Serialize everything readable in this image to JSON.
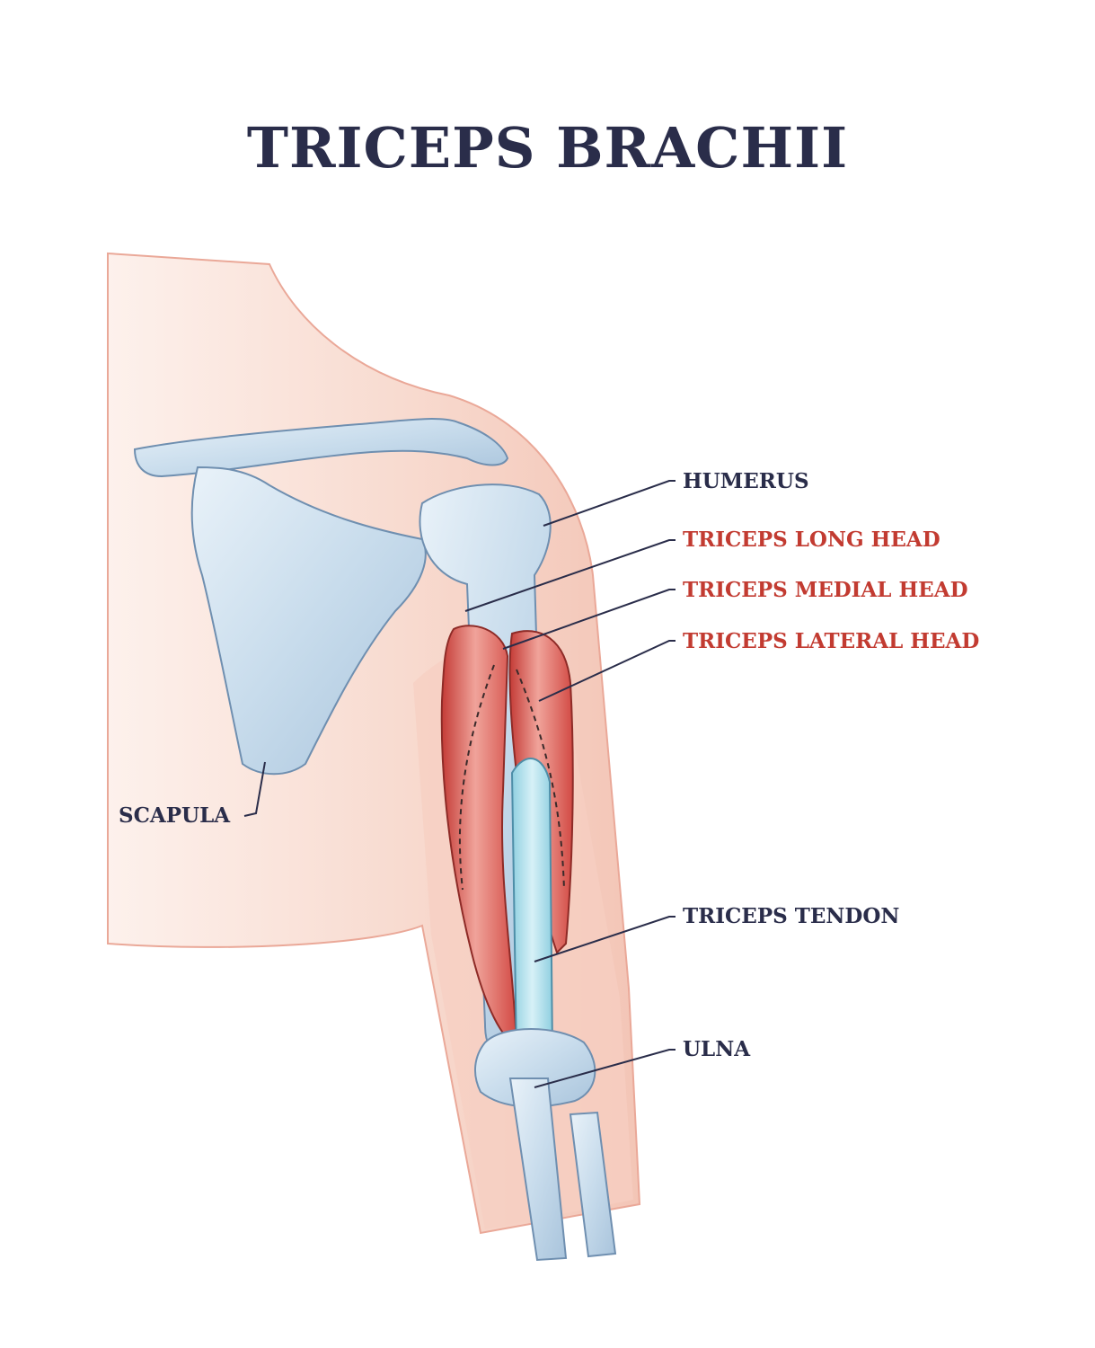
{
  "title": "TRICEPS BRACHII",
  "labels": {
    "humerus": "HUMERUS",
    "long_head": "TRICEPS LONG HEAD",
    "medial_head": "TRICEPS MEDIAL HEAD",
    "lateral_head": "TRICEPS LATERAL HEAD",
    "tendon": "TRICEPS TENDON",
    "ulna": "ULNA",
    "scapula": "SCAPULA"
  },
  "colors": {
    "title_text": "#2a2d4a",
    "label_dark": "#2a2d4a",
    "label_red": "#c23b31",
    "skin": "#f6d2c6",
    "bone": "#c9dcec",
    "muscle": "#d4534c",
    "tendon": "#a9dce8"
  }
}
